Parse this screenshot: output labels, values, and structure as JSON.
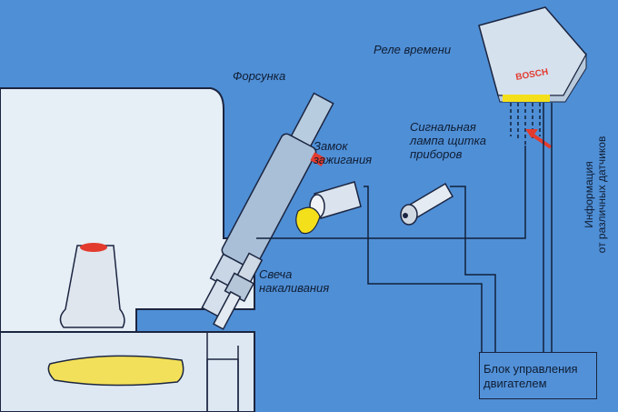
{
  "labels": {
    "relay": "Реле времени",
    "injector": "Форсунка",
    "ignition_line1": "Замок",
    "ignition_line2": "зажигания",
    "lamp_line1": "Сигнальная",
    "lamp_line2": "лампа щитка",
    "lamp_line3": "приборов",
    "plug_line1": "Свеча",
    "plug_line2": "накаливания",
    "ecu_line1": "Блок управления",
    "ecu_line2": "двигателем",
    "sensors_line1": "Информация",
    "sensors_line2": "от различных датчиков",
    "relay_brand": "BOSCH"
  },
  "colors": {
    "background": "#4f8fd6",
    "engine_block": "#e8f0f7",
    "injector": "#a9bfd8",
    "accent_red": "#e23b2e",
    "key_yellow": "#f4e01a",
    "wire": "#10203a"
  }
}
